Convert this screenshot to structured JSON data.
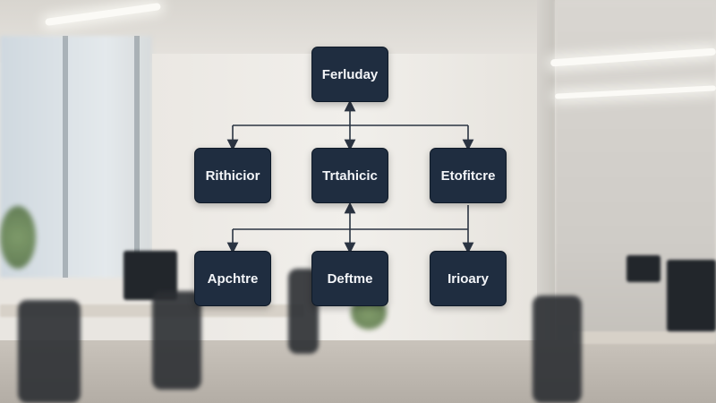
{
  "diagram": {
    "nodes": {
      "top": "Ferluday",
      "mid_left": "Rithicior",
      "mid_center": "Trtahicic",
      "mid_right": "Etofitcre",
      "bottom_left": "Apchtre",
      "bottom_center": "Deftme",
      "bottom_right": "Irioary"
    },
    "colors": {
      "node_fill": "#1f2d40",
      "node_text": "#f3f5f8",
      "connector": "#2b3442"
    }
  }
}
